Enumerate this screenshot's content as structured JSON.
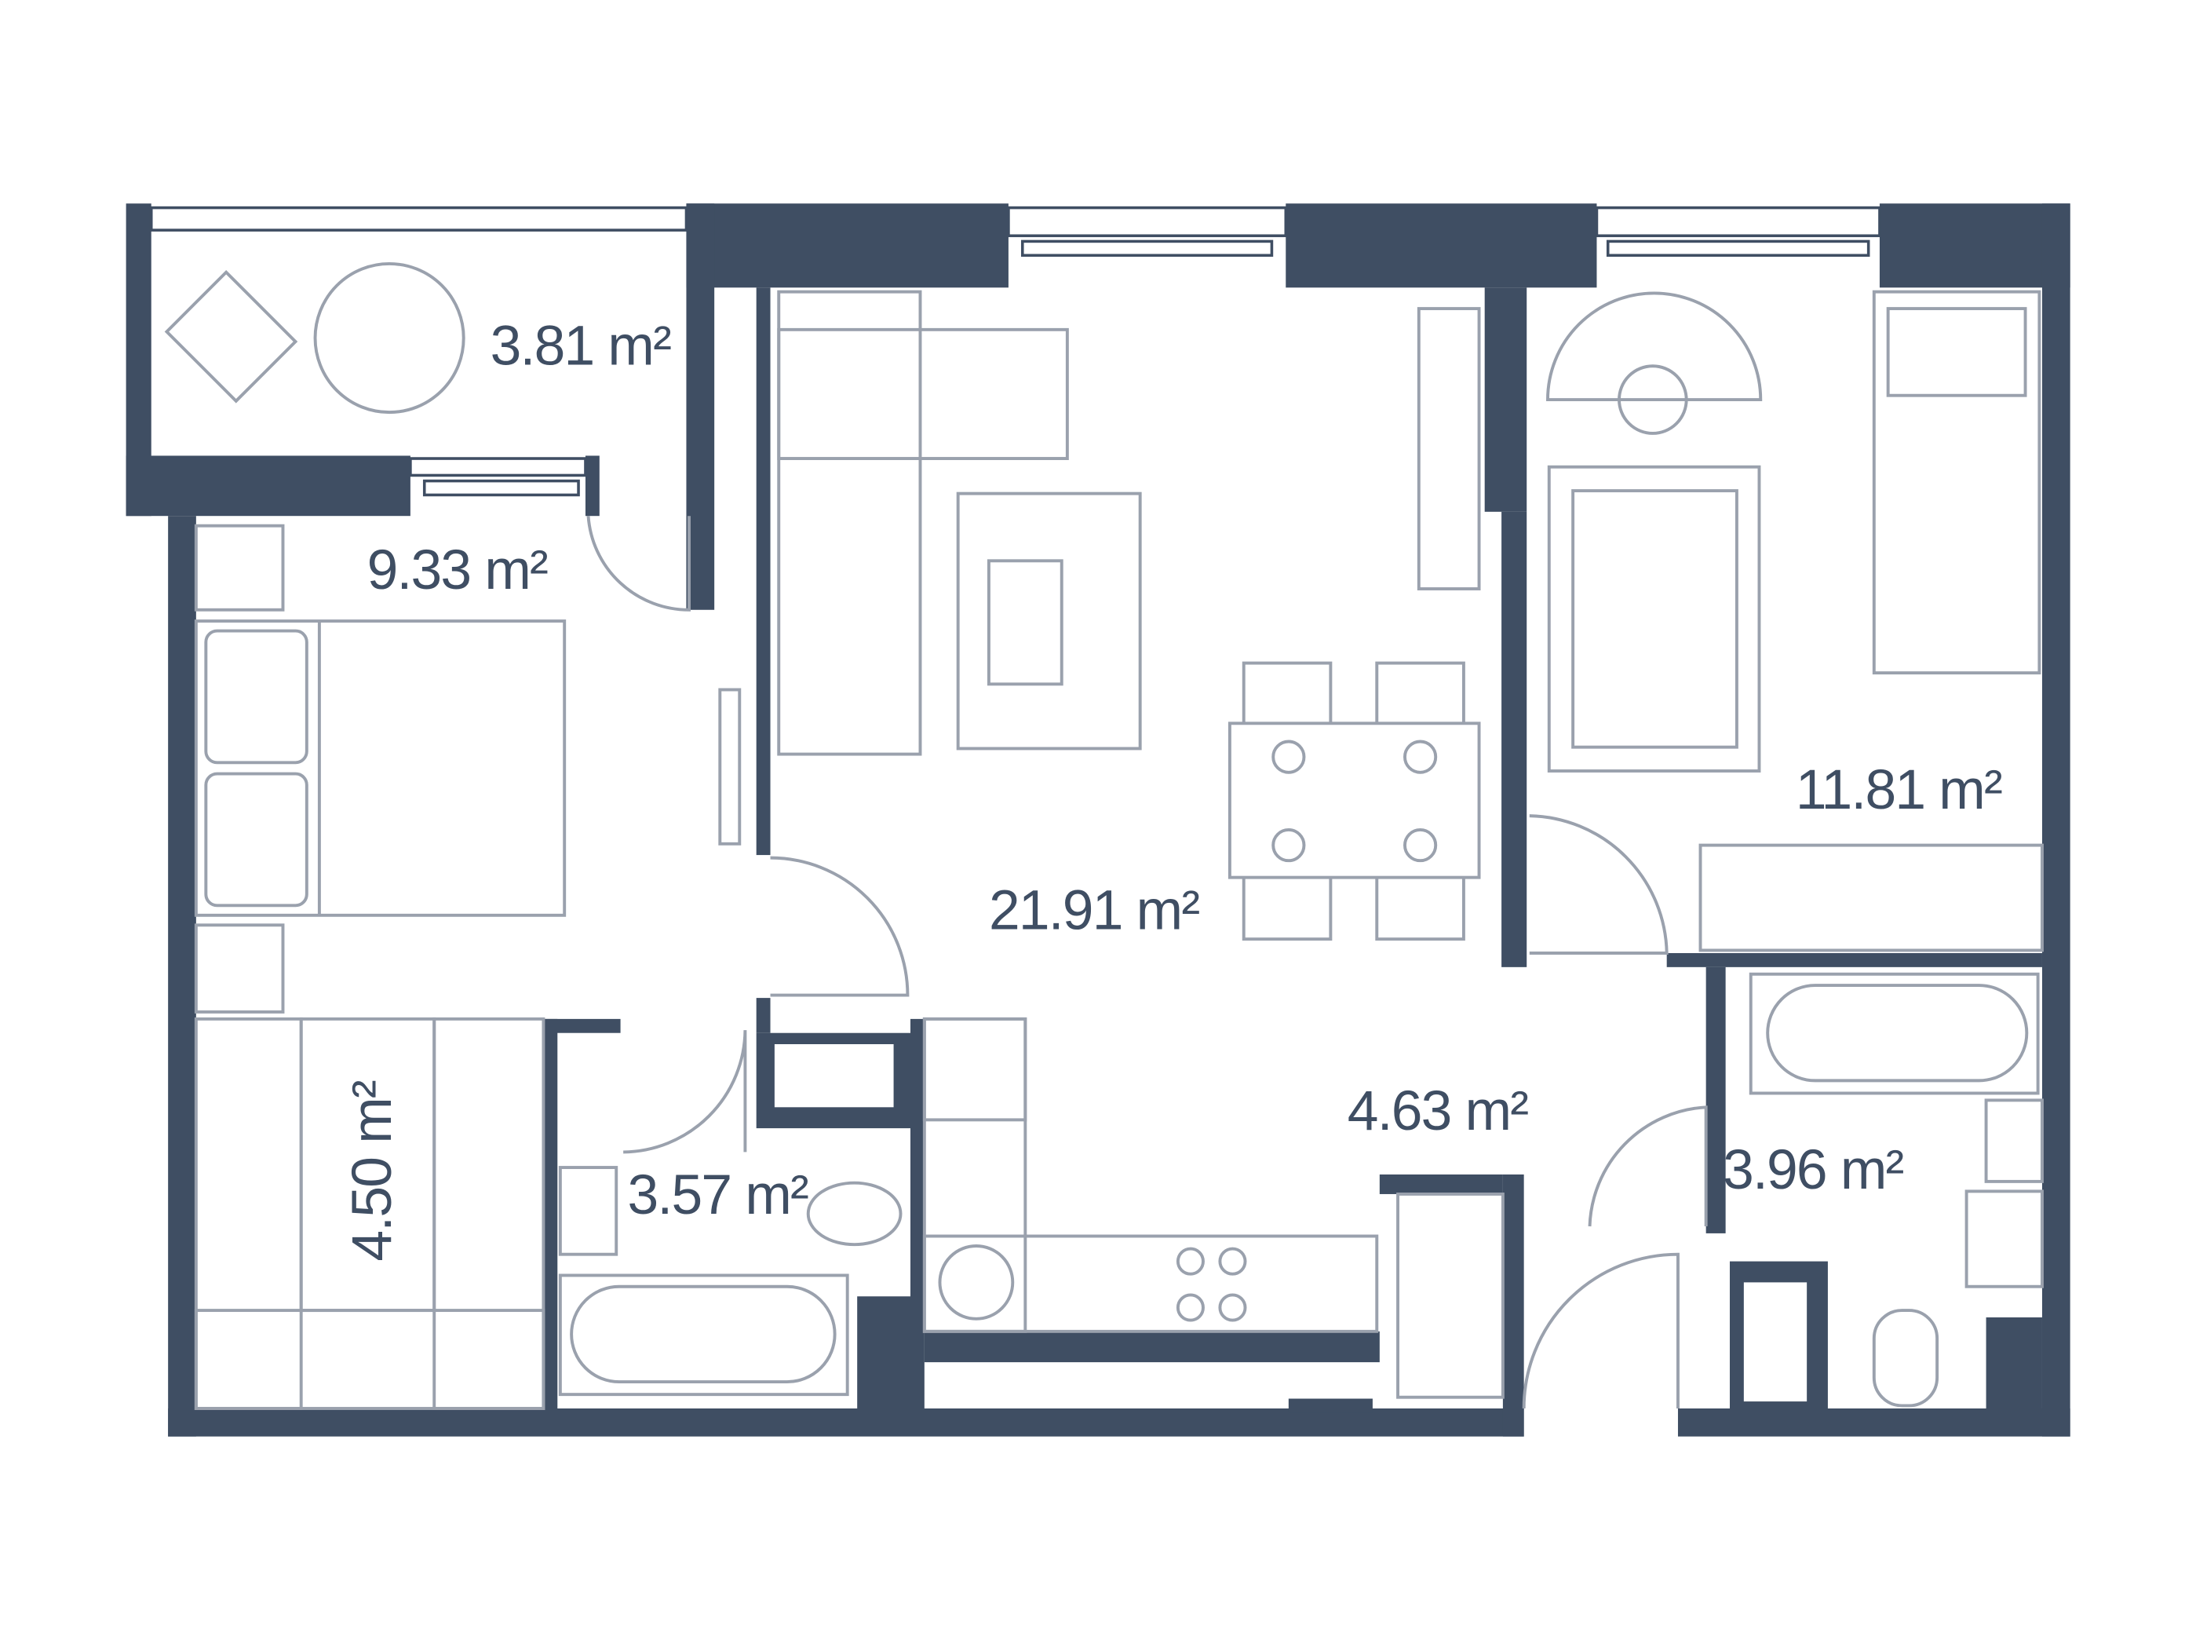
{
  "plan": {
    "rooms": [
      {
        "name": "balcony",
        "area": "3.81 m²"
      },
      {
        "name": "bedroom",
        "area": "9.33 m²"
      },
      {
        "name": "living-kitchen",
        "area": "21.91 m²"
      },
      {
        "name": "kids-room",
        "area": "11.81 m²"
      },
      {
        "name": "wardrobe",
        "area": "4.50 m²"
      },
      {
        "name": "bathroom-1",
        "area": "3.57 m²"
      },
      {
        "name": "hallway",
        "area": "4.63 m²"
      },
      {
        "name": "bathroom-2",
        "area": "3.96 m²"
      }
    ],
    "colors": {
      "wall": "#3f4e63",
      "furniture": "#9aa1ad"
    }
  }
}
